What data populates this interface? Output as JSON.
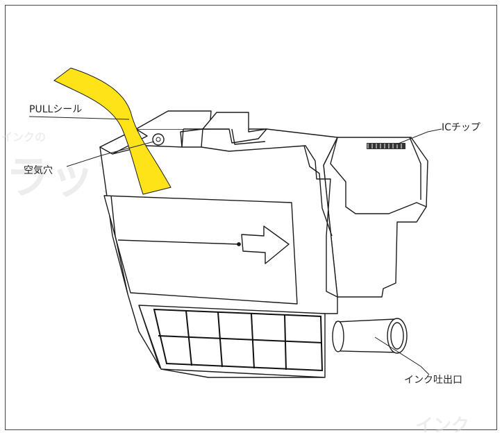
{
  "labels": {
    "pull_seal": "PULLシール",
    "air_hole": "空気穴",
    "ic_chip": "ICチップ",
    "ink_outlet": "インク吐出口"
  },
  "watermark": {
    "small_left": "インクの",
    "large_left": "ラップス",
    "bottom_right": "インク"
  },
  "colors": {
    "seal": "#ffe319",
    "line": "#1a1a1a",
    "border": "#444444"
  }
}
